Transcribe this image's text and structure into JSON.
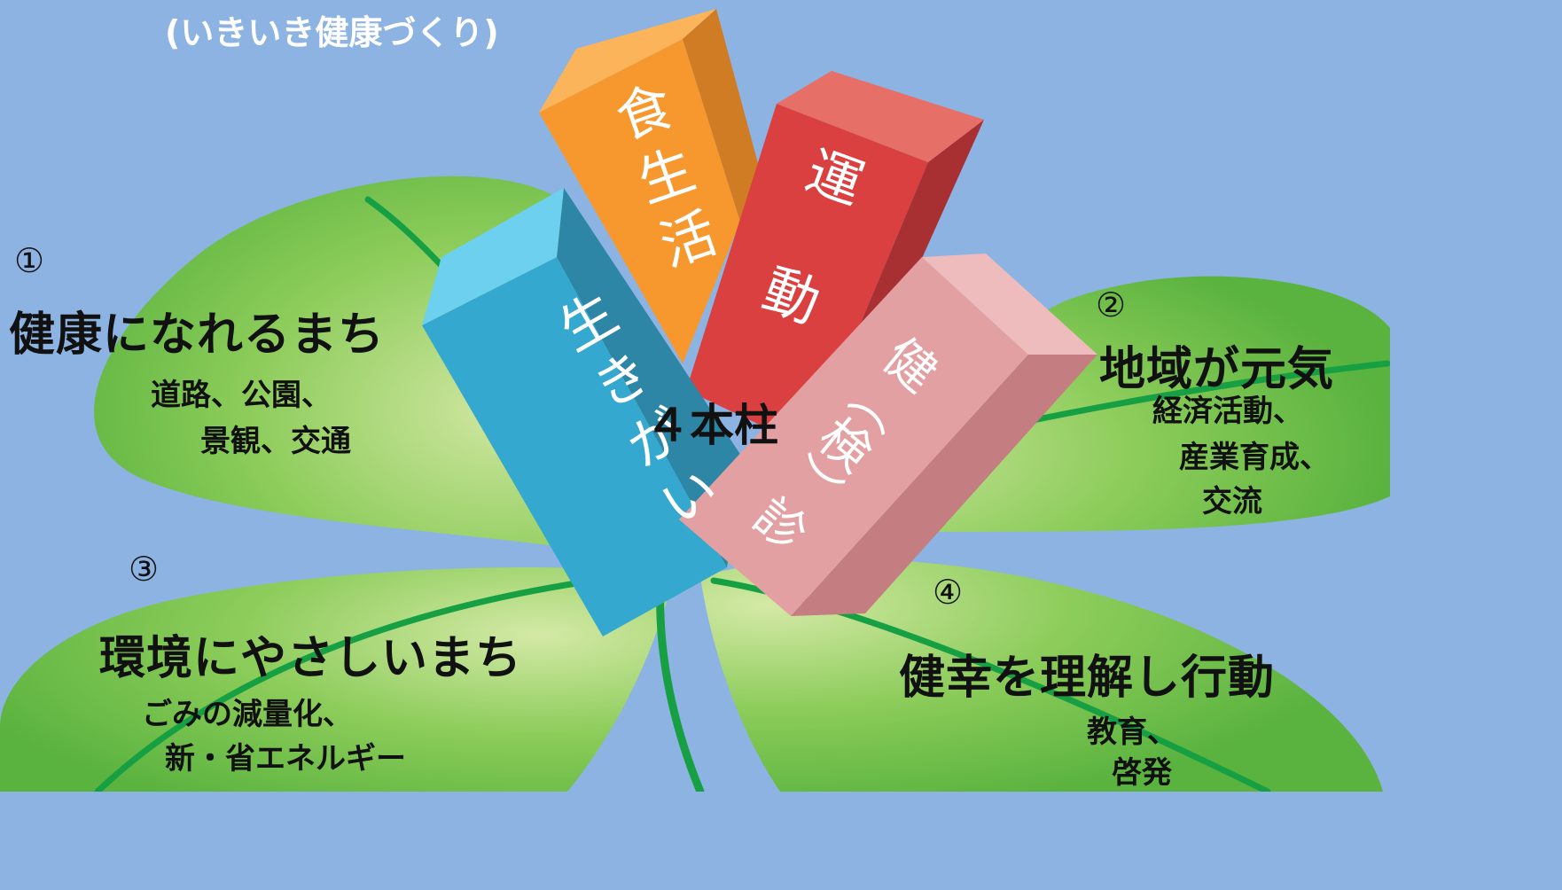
{
  "subtitle": "(いきいき健康づくり)",
  "center_label": "４本柱",
  "leaves": [
    {
      "number": "①",
      "title": "健康になれるまち",
      "lines": [
        "道路、公園、",
        "景観、交通"
      ]
    },
    {
      "number": "②",
      "title": "地域が元気",
      "lines": [
        "経済活動、",
        "産業育成、",
        "交流"
      ]
    },
    {
      "number": "③",
      "title": "環境にやさしいまち",
      "lines": [
        "ごみの減量化、",
        "新・省エネルギー"
      ]
    },
    {
      "number": "④",
      "title": "健幸を理解し行動",
      "lines": [
        "教育、",
        "啓発"
      ]
    }
  ],
  "pillars": [
    {
      "label": "食生活",
      "color": "#f7982f"
    },
    {
      "label": "運動",
      "color": "#d9403f"
    },
    {
      "label": "生きがい",
      "color": "#35a8cf"
    },
    {
      "label": "健（検）診",
      "color": "#e3a0a2"
    }
  ],
  "colors": {
    "background": "#8db3e2",
    "leaf": "#74c044",
    "vein": "#17a043"
  }
}
